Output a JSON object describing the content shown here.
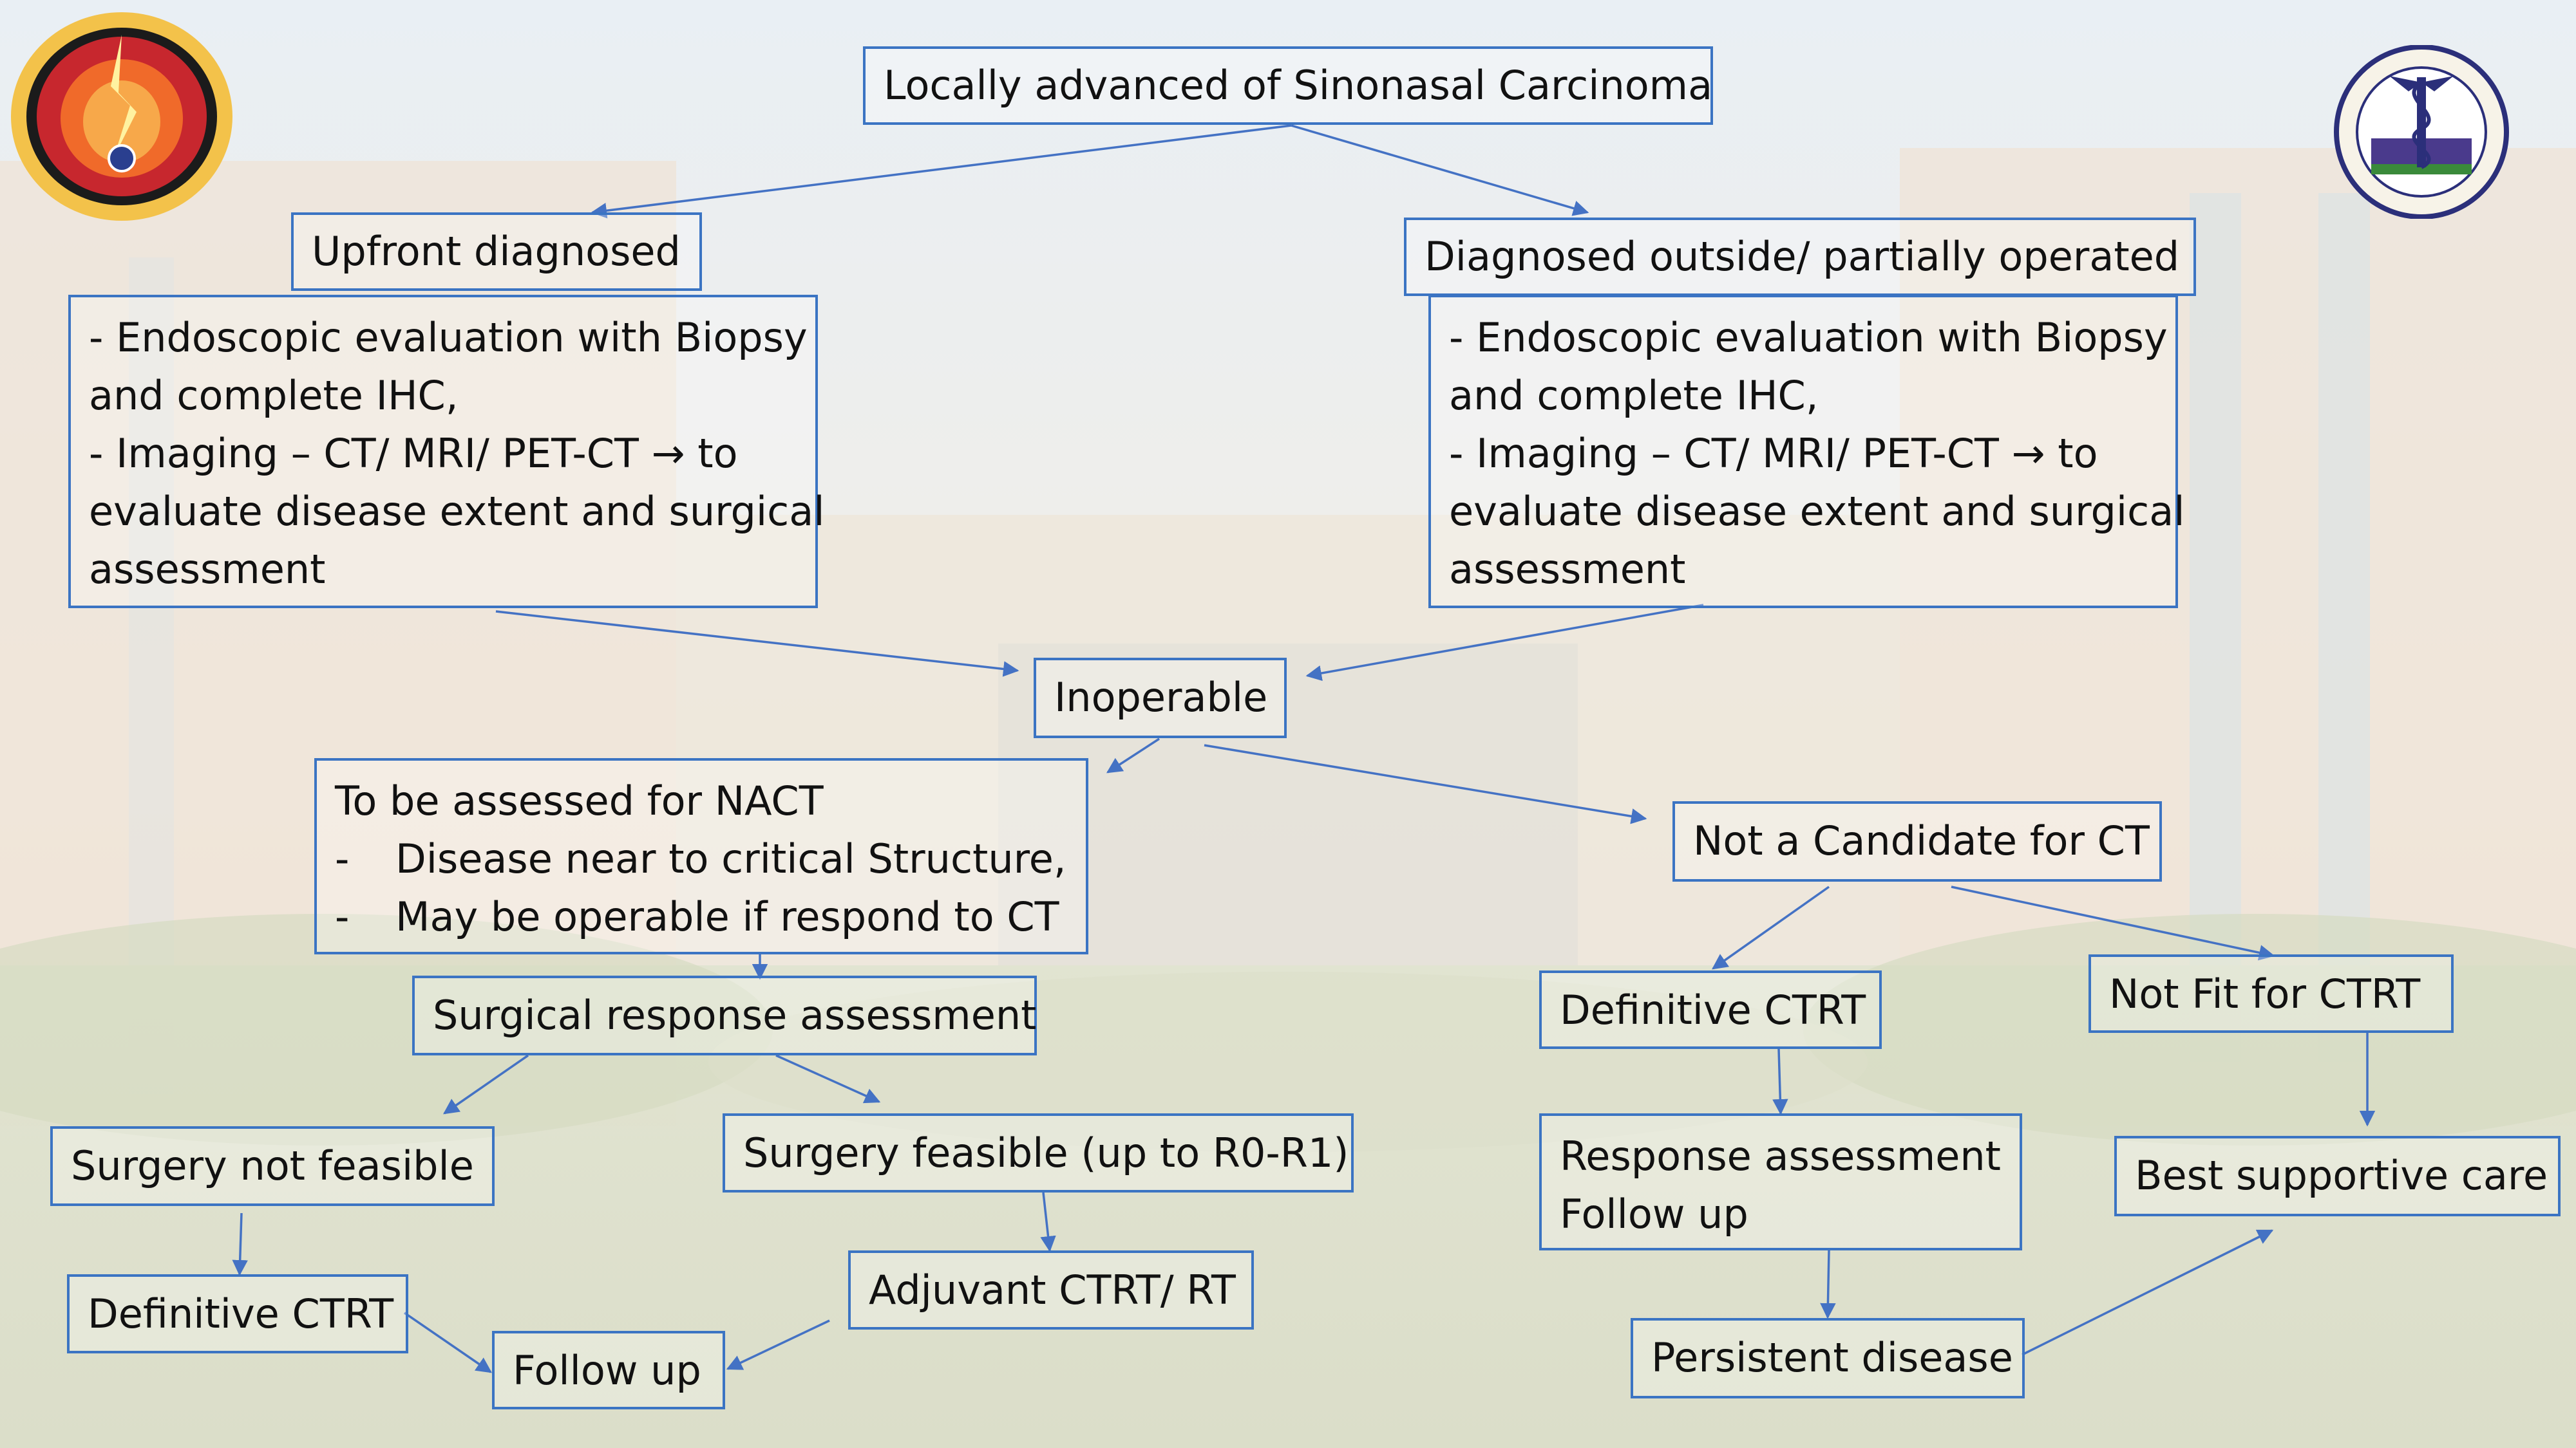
{
  "flowchart": {
    "root": "Locally advanced of Sinonasal Carcinoma",
    "left_branch": {
      "title": "Upfront diagnosed",
      "details": [
        "- Endoscopic evaluation with Biopsy",
        "and complete IHC,",
        "- Imaging – CT/ MRI/ PET-CT → to",
        "evaluate disease extent and surgical",
        "assessment"
      ]
    },
    "right_branch": {
      "title": "Diagnosed outside/ partially operated",
      "details": [
        "- Endoscopic evaluation with Biopsy",
        "and complete IHC,",
        "- Imaging – CT/ MRI/ PET-CT → to",
        "evaluate disease extent and surgical",
        "assessment"
      ]
    },
    "inoperable": "Inoperable",
    "nact": {
      "title": "To be assessed for NACT",
      "items": [
        "Disease near to critical Structure,",
        "May be operable if respond to CT"
      ]
    },
    "surgical_response": "Surgical response assessment",
    "surgery_not_feasible": "Surgery not feasible",
    "surgery_feasible": "Surgery feasible (up to R0-R1)",
    "definitive_ctrt_left": "Definitive CTRT",
    "adjuvant": "Adjuvant CTRT/ RT",
    "follow_up": "Follow up",
    "not_candidate_ct": "Not a Candidate for CT",
    "definitive_ctrt_right": "Definitive CTRT",
    "not_fit_ctrt": "Not Fit for CTRT",
    "response_assessment": [
      "Response assessment",
      "Follow up"
    ],
    "best_supportive_care": "Best supportive care",
    "persistent_disease": "Persistent disease"
  },
  "colors": {
    "box_border": "#3b74c3",
    "arrow": "#4472c4",
    "text": "#111111"
  },
  "logos": [
    "association-seal-logo",
    "institute-emblem-logo"
  ]
}
